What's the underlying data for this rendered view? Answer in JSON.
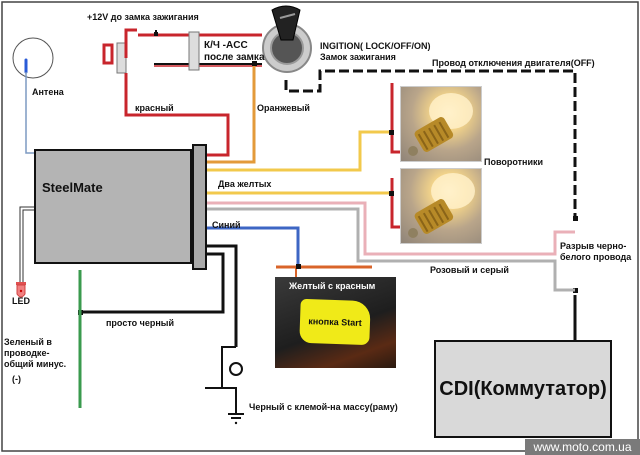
{
  "diagram": {
    "labels": {
      "power_12v": "+12V до замка зажигания",
      "acc": "К/Ч -ACC",
      "after_lock": "после замка",
      "ignition_en": "INGITION( LOCK/OFF/ON)",
      "ignition_ru": "Замок зажигания",
      "engine_off_wire": "Провод отключения двигателя(OFF)",
      "antenna": "Антена",
      "red": "красный",
      "orange": "Оранжевый",
      "two_yellow": "Два желтых",
      "turn_signals": "Поворотники",
      "blue": "Синий",
      "pink_gray": "Розовый и серый",
      "break_bw_line1": "Разрыв черно-",
      "break_bw_line2": "белого провода",
      "yellow_red": "Желтый с красным",
      "start_button": "кнопка Start",
      "led": "LED",
      "just_black": "просто черный",
      "green_line1": "Зеленый в",
      "green_line2": "проводке-",
      "green_line3": "общий минус.",
      "green_line4": "(-)",
      "ground": "Черный с клемой-на массу(раму)"
    },
    "unit_name": "SteelMate",
    "cdi_name": "CDI(Коммутатор)",
    "watermark": "www.moto.com.ua",
    "colors": {
      "red": "#c8252c",
      "orange": "#e39a3a",
      "yellow": "#f2c94c",
      "pink": "#eab0b8",
      "gray": "#b0b0b0",
      "blue": "#3d66c4",
      "green": "#3a9a4e",
      "black": "#111111"
    }
  }
}
